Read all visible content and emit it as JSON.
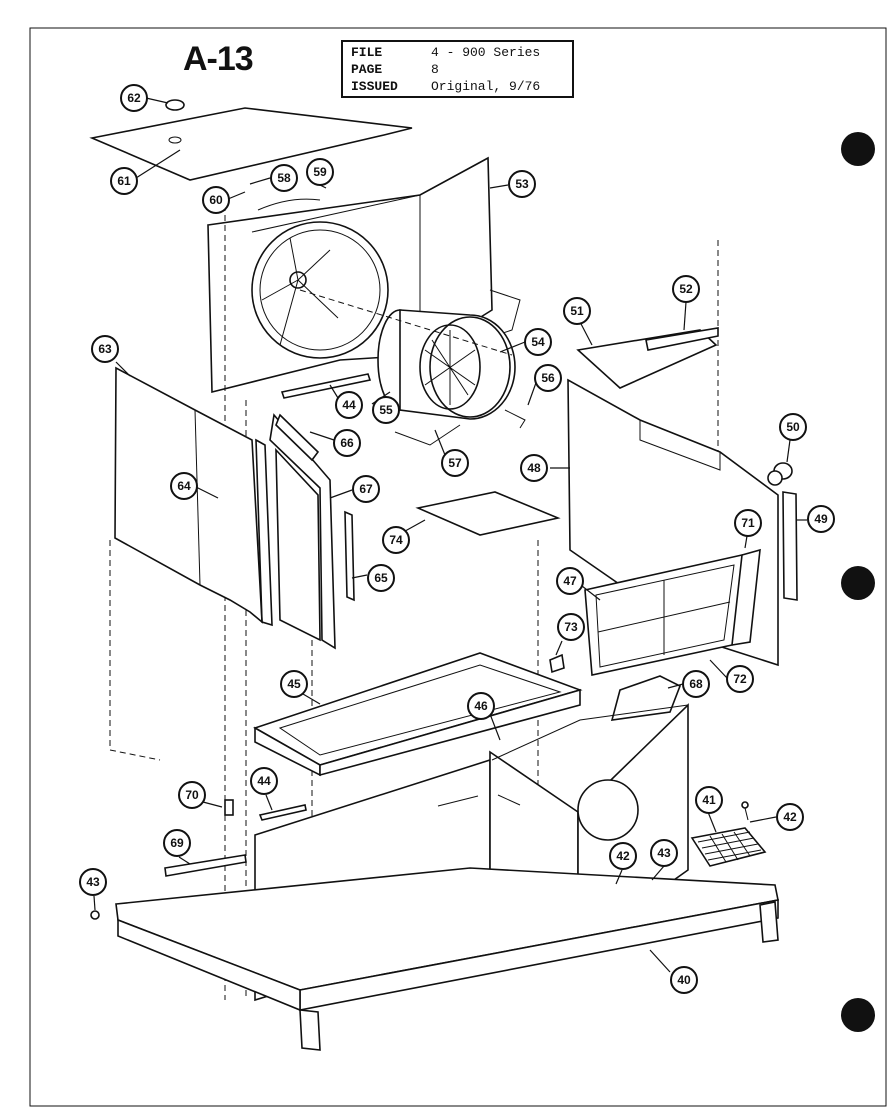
{
  "sheet": {
    "title": "A-13",
    "info": [
      {
        "key": "FILE",
        "value": "4 - 900 Series"
      },
      {
        "key": "PAGE",
        "value": "8"
      },
      {
        "key": "ISSUED",
        "value": "Original, 9/76"
      }
    ]
  },
  "callouts": [
    {
      "id": "c62",
      "label": "62"
    },
    {
      "id": "c61",
      "label": "61"
    },
    {
      "id": "c60",
      "label": "60"
    },
    {
      "id": "c58",
      "label": "58"
    },
    {
      "id": "c59",
      "label": "59"
    },
    {
      "id": "c53",
      "label": "53"
    },
    {
      "id": "c63",
      "label": "63"
    },
    {
      "id": "c44a",
      "label": "44"
    },
    {
      "id": "c55",
      "label": "55"
    },
    {
      "id": "c54",
      "label": "54"
    },
    {
      "id": "c56",
      "label": "56"
    },
    {
      "id": "c57",
      "label": "57"
    },
    {
      "id": "c66",
      "label": "66"
    },
    {
      "id": "c64",
      "label": "64"
    },
    {
      "id": "c67",
      "label": "67"
    },
    {
      "id": "c65",
      "label": "65"
    },
    {
      "id": "c74",
      "label": "74"
    },
    {
      "id": "c51",
      "label": "51"
    },
    {
      "id": "c52",
      "label": "52"
    },
    {
      "id": "c48",
      "label": "48"
    },
    {
      "id": "c50",
      "label": "50"
    },
    {
      "id": "c49",
      "label": "49"
    },
    {
      "id": "c71",
      "label": "71"
    },
    {
      "id": "c47",
      "label": "47"
    },
    {
      "id": "c73",
      "label": "73"
    },
    {
      "id": "c72",
      "label": "72"
    },
    {
      "id": "c68",
      "label": "68"
    },
    {
      "id": "c45",
      "label": "45"
    },
    {
      "id": "c46",
      "label": "46"
    },
    {
      "id": "c70",
      "label": "70"
    },
    {
      "id": "c44b",
      "label": "44"
    },
    {
      "id": "c41",
      "label": "41"
    },
    {
      "id": "c42a",
      "label": "42"
    },
    {
      "id": "c69",
      "label": "69"
    },
    {
      "id": "c42b",
      "label": "42"
    },
    {
      "id": "c43a",
      "label": "43"
    },
    {
      "id": "c43b",
      "label": "43"
    },
    {
      "id": "c40",
      "label": "40"
    }
  ]
}
